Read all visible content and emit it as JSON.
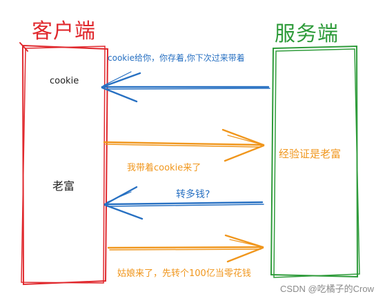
{
  "colors": {
    "client": "#e0282d",
    "server": "#2e9b3a",
    "request_arrow": "#f0961c",
    "response_arrow": "#2770c2",
    "text": "#222222"
  },
  "client": {
    "title": "客户端",
    "cookie_label": "cookie",
    "person_label": "老富"
  },
  "server": {
    "title": "服务端",
    "check_label": "经验证是老富"
  },
  "messages": [
    {
      "text": "cookie给你，你存着,你下次过来带着",
      "direction": "server-to-client"
    },
    {
      "text": "我带着cookie来了",
      "direction": "client-to-server"
    },
    {
      "text": "转多钱?",
      "direction": "server-to-client"
    },
    {
      "text": "姑娘来了，先转个100亿当零花钱",
      "direction": "client-to-server"
    }
  ],
  "watermark": "CSDN @吃橘子的Crow"
}
